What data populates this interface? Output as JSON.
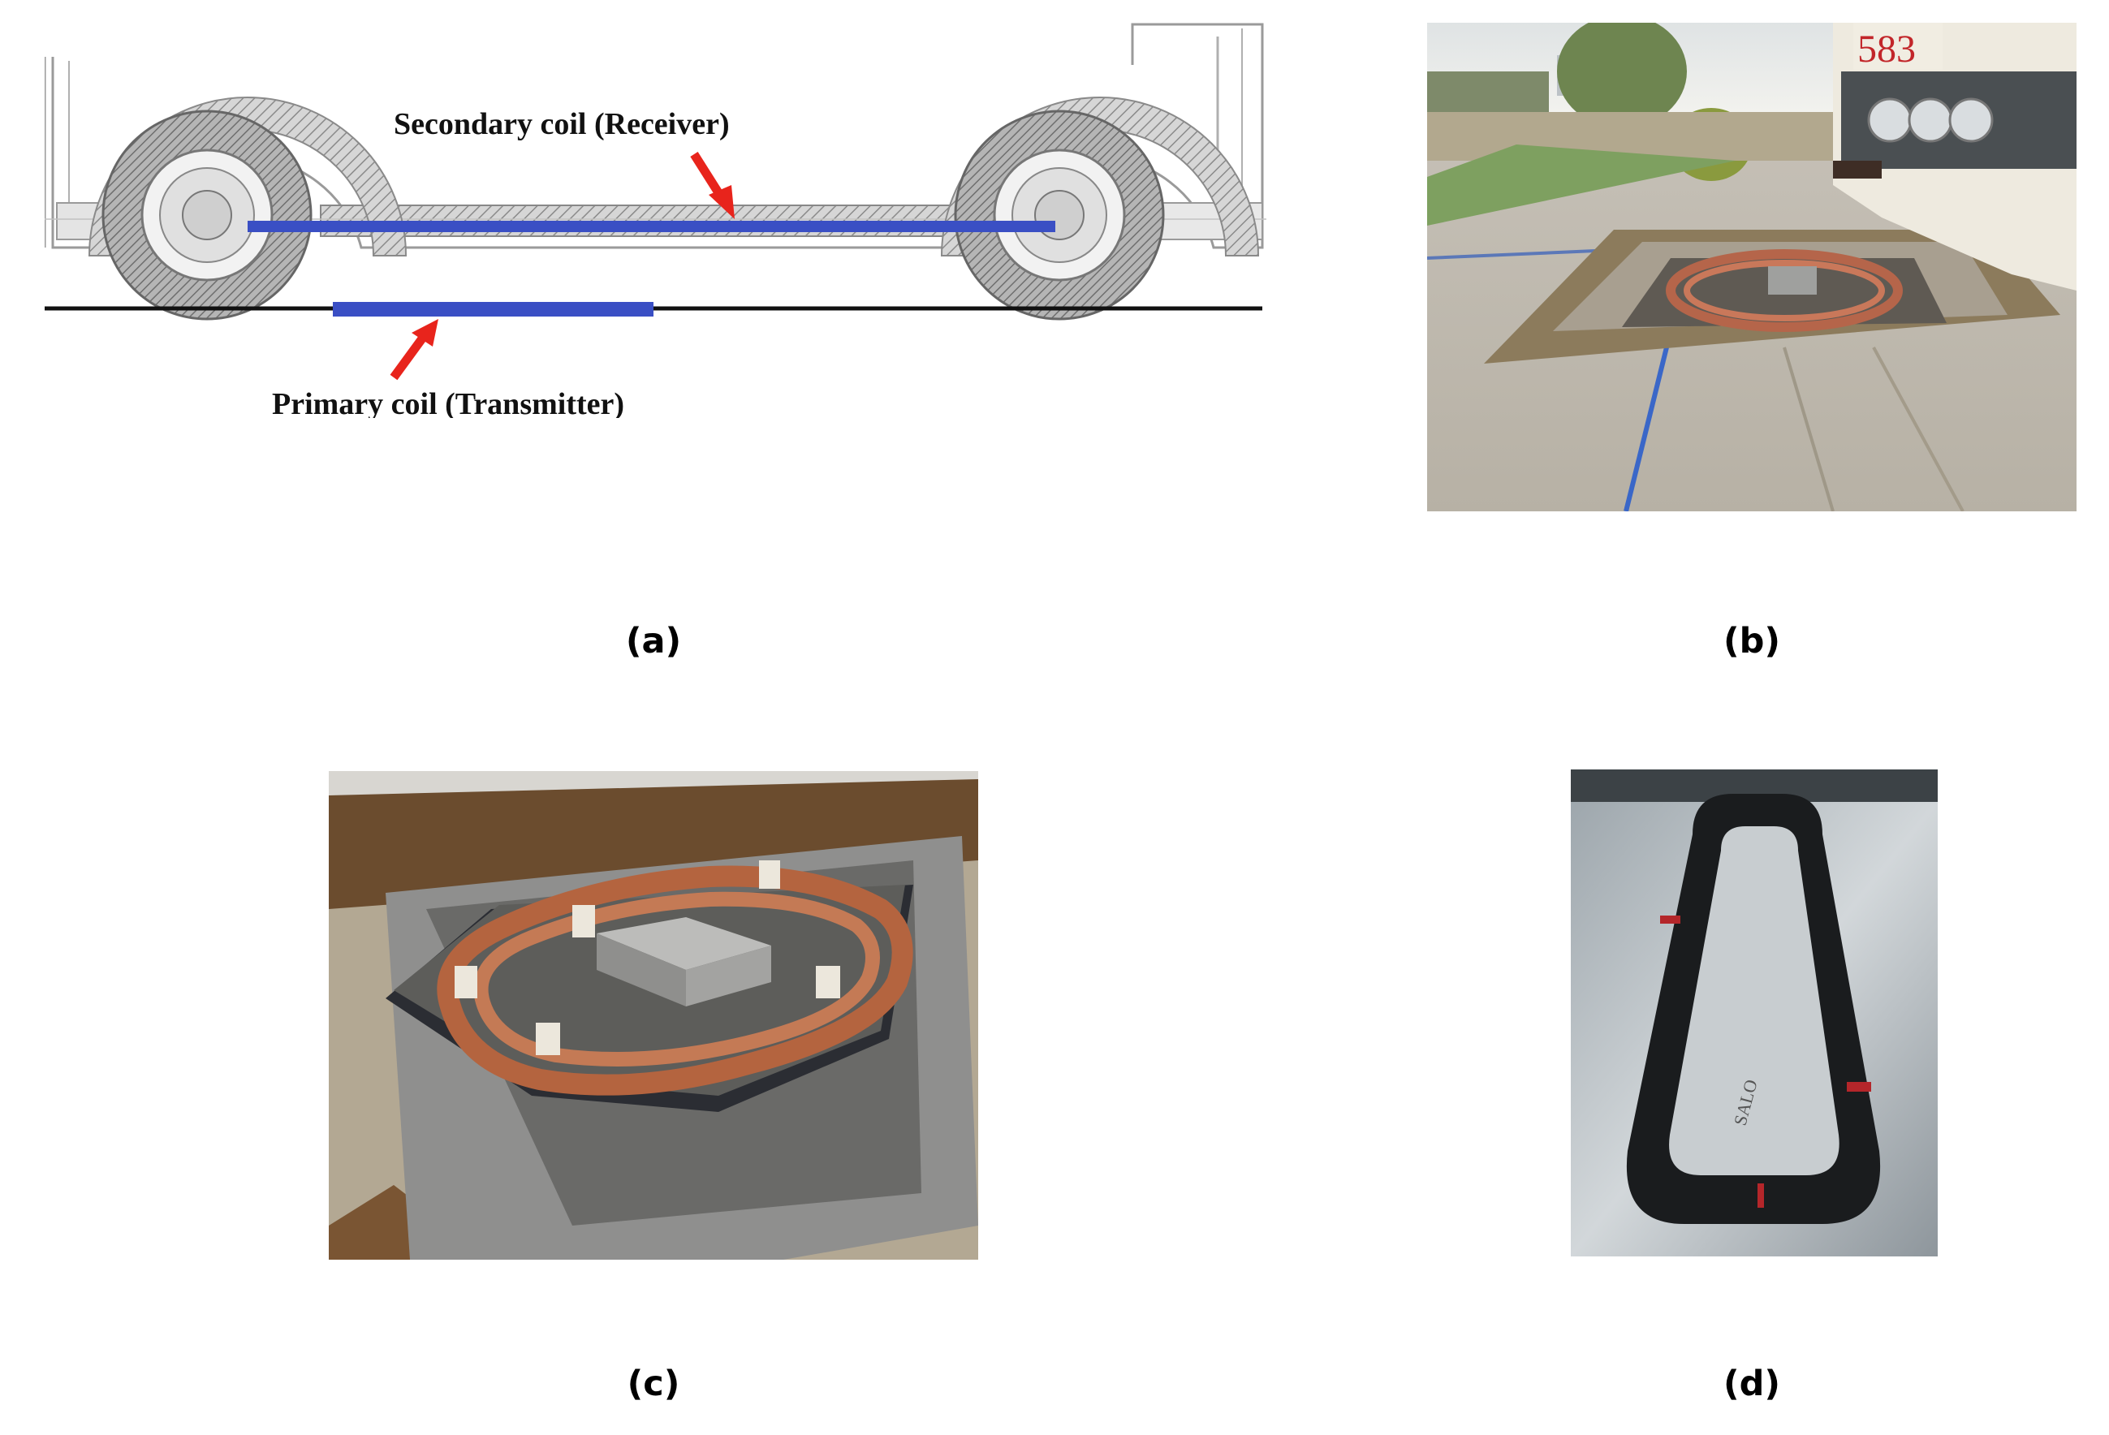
{
  "figure": {
    "panel_a": {
      "caption": "(a)",
      "secondary_label": "Secondary coil (Receiver)",
      "primary_label": "Primary coil (Transmitter)",
      "colors": {
        "coil": "#3a4fc4",
        "arrow": "#e8241c",
        "ground": "#111111",
        "bus": "#8e8e8e"
      }
    },
    "panel_b": {
      "caption": "(b)",
      "bus_number": "583"
    },
    "panel_c": {
      "caption": "(c)"
    },
    "panel_d": {
      "caption": "(d)",
      "plate_marking": "SALO"
    }
  }
}
